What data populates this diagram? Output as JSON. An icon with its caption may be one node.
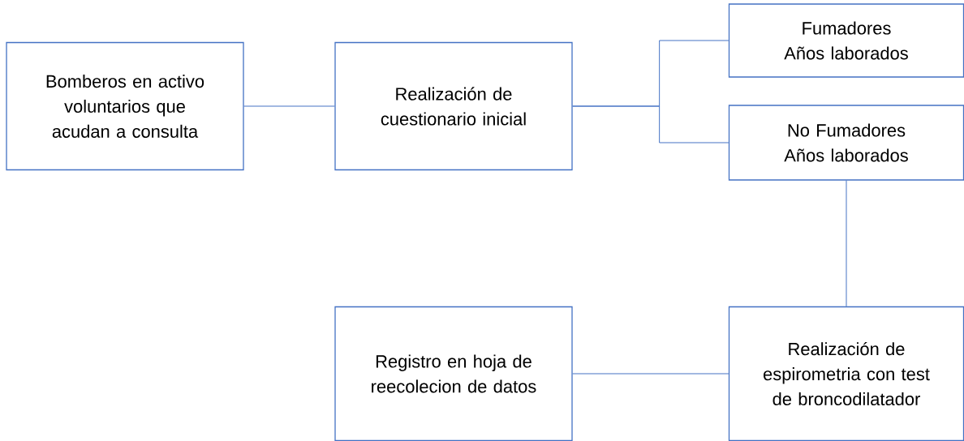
{
  "diagram": {
    "nodes": [
      {
        "text": [
          "Bomberos en activo voluntarios que acudan a consulta"
        ]
      },
      {
        "text": [
          "Realización de cuestionario inicial"
        ]
      },
      {
        "text": [
          "Fumadores",
          "Años laborados"
        ]
      },
      {
        "text": [
          "No Fumadores",
          "Años laborados"
        ]
      },
      {
        "text": [
          "Registro en hoja de reecolecion de datos"
        ]
      },
      {
        "text": [
          "Realización de espirometria con test de broncodilatador"
        ]
      }
    ],
    "edges": [
      {
        "from": 0,
        "to": 1,
        "arrow": "none"
      },
      {
        "from": 1,
        "to": 2,
        "arrow": "none"
      },
      {
        "from": 1,
        "to": 3,
        "arrow": "none"
      },
      {
        "from": 3,
        "to": 5,
        "arrow": "none"
      },
      {
        "from": 5,
        "to": 4,
        "arrow": "none"
      }
    ]
  }
}
